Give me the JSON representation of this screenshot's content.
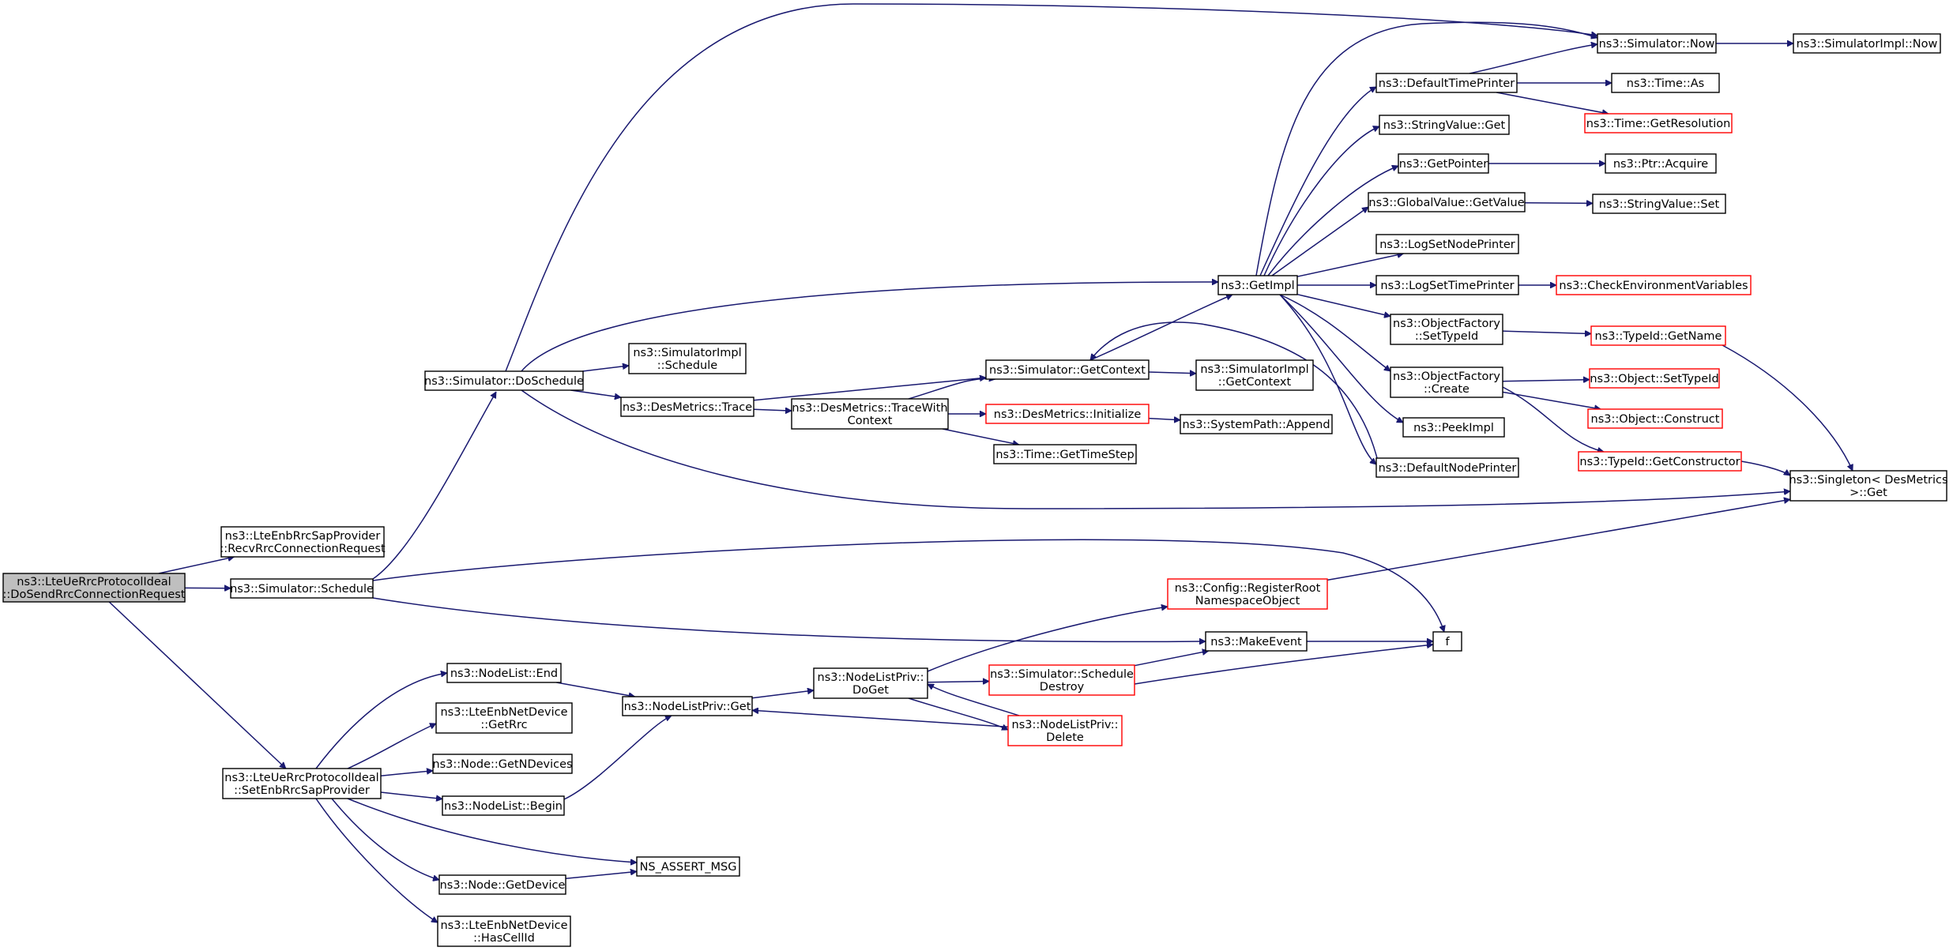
{
  "diagram": {
    "edge_color": "#191970",
    "red_border_color": "#ff0000",
    "root_fill": "#bfbfbf",
    "nodes": [
      {
        "id": "root",
        "lines": [
          "ns3::LteUeRrcProtocolIdeal",
          "::DoSendRrcConnectionRequest"
        ],
        "style": "root"
      },
      {
        "id": "recv",
        "lines": [
          "ns3::LteEnbRrcSapProvider",
          "::RecvRrcConnectionRequest"
        ],
        "style": "normal"
      },
      {
        "id": "sched",
        "lines": [
          "ns3::Simulator::Schedule"
        ],
        "style": "normal"
      },
      {
        "id": "setenb",
        "lines": [
          "ns3::LteUeRrcProtocolIdeal",
          "::SetEnbRrcSapProvider"
        ],
        "style": "normal"
      },
      {
        "id": "dosched",
        "lines": [
          "ns3::Simulator::DoSchedule"
        ],
        "style": "normal"
      },
      {
        "id": "simimplsched",
        "lines": [
          "ns3::SimulatorImpl",
          "::Schedule"
        ],
        "style": "normal"
      },
      {
        "id": "destrace",
        "lines": [
          "ns3::DesMetrics::Trace"
        ],
        "style": "normal"
      },
      {
        "id": "tracectx",
        "lines": [
          "ns3::DesMetrics::TraceWith",
          "Context"
        ],
        "style": "normal"
      },
      {
        "id": "getctx",
        "lines": [
          "ns3::Simulator::GetContext"
        ],
        "style": "normal"
      },
      {
        "id": "simimplgetctx",
        "lines": [
          "ns3::SimulatorImpl",
          "::GetContext"
        ],
        "style": "normal"
      },
      {
        "id": "desinit",
        "lines": [
          "ns3::DesMetrics::Initialize"
        ],
        "style": "red"
      },
      {
        "id": "append",
        "lines": [
          "ns3::SystemPath::Append"
        ],
        "style": "normal"
      },
      {
        "id": "timestep",
        "lines": [
          "ns3::Time::GetTimeStep"
        ],
        "style": "normal"
      },
      {
        "id": "getimpl",
        "lines": [
          "ns3::GetImpl"
        ],
        "style": "normal"
      },
      {
        "id": "now",
        "lines": [
          "ns3::Simulator::Now"
        ],
        "style": "normal"
      },
      {
        "id": "implnow",
        "lines": [
          "ns3::SimulatorImpl::Now"
        ],
        "style": "normal"
      },
      {
        "id": "deftime",
        "lines": [
          "ns3::DefaultTimePrinter"
        ],
        "style": "normal"
      },
      {
        "id": "timeas",
        "lines": [
          "ns3::Time::As"
        ],
        "style": "normal"
      },
      {
        "id": "getres",
        "lines": [
          "ns3::Time::GetResolution"
        ],
        "style": "red"
      },
      {
        "id": "strget",
        "lines": [
          "ns3::StringValue::Get"
        ],
        "style": "normal"
      },
      {
        "id": "getptr",
        "lines": [
          "ns3::GetPointer"
        ],
        "style": "normal"
      },
      {
        "id": "acquire",
        "lines": [
          "ns3::Ptr::Acquire"
        ],
        "style": "normal"
      },
      {
        "id": "gvget",
        "lines": [
          "ns3::GlobalValue::GetValue"
        ],
        "style": "normal"
      },
      {
        "id": "strset",
        "lines": [
          "ns3::StringValue::Set"
        ],
        "style": "normal"
      },
      {
        "id": "lognode",
        "lines": [
          "ns3::LogSetNodePrinter"
        ],
        "style": "normal"
      },
      {
        "id": "logtime",
        "lines": [
          "ns3::LogSetTimePrinter"
        ],
        "style": "normal"
      },
      {
        "id": "checkenv",
        "lines": [
          "ns3::CheckEnvironmentVariables"
        ],
        "style": "red"
      },
      {
        "id": "ofsettid",
        "lines": [
          "ns3::ObjectFactory",
          "::SetTypeId"
        ],
        "style": "normal"
      },
      {
        "id": "getname",
        "lines": [
          "ns3::TypeId::GetName"
        ],
        "style": "red"
      },
      {
        "id": "ofcreate",
        "lines": [
          "ns3::ObjectFactory",
          "::Create"
        ],
        "style": "normal"
      },
      {
        "id": "objsettid",
        "lines": [
          "ns3::Object::SetTypeId"
        ],
        "style": "red"
      },
      {
        "id": "objconstruct",
        "lines": [
          "ns3::Object::Construct"
        ],
        "style": "red"
      },
      {
        "id": "getctor",
        "lines": [
          "ns3::TypeId::GetConstructor"
        ],
        "style": "red"
      },
      {
        "id": "peekimpl",
        "lines": [
          "ns3::PeekImpl"
        ],
        "style": "normal"
      },
      {
        "id": "defnode",
        "lines": [
          "ns3::DefaultNodePrinter"
        ],
        "style": "normal"
      },
      {
        "id": "singleton",
        "lines": [
          "ns3::Singleton< DesMetrics",
          " >::Get"
        ],
        "style": "normal"
      },
      {
        "id": "regroot",
        "lines": [
          "ns3::Config::RegisterRoot",
          "NamespaceObject"
        ],
        "style": "red"
      },
      {
        "id": "makeevent",
        "lines": [
          "ns3::MakeEvent"
        ],
        "style": "normal"
      },
      {
        "id": "f",
        "lines": [
          "f"
        ],
        "style": "normal"
      },
      {
        "id": "nlend",
        "lines": [
          "ns3::NodeList::End"
        ],
        "style": "normal"
      },
      {
        "id": "getrrc",
        "lines": [
          "ns3::LteEnbNetDevice",
          "::GetRrc"
        ],
        "style": "normal"
      },
      {
        "id": "getndev",
        "lines": [
          "ns3::Node::GetNDevices"
        ],
        "style": "normal"
      },
      {
        "id": "nlbegin",
        "lines": [
          "ns3::NodeList::Begin"
        ],
        "style": "normal"
      },
      {
        "id": "nlpget",
        "lines": [
          "ns3::NodeListPriv::Get"
        ],
        "style": "normal"
      },
      {
        "id": "nlpdoget",
        "lines": [
          "ns3::NodeListPriv::",
          "DoGet"
        ],
        "style": "normal"
      },
      {
        "id": "schdestroy",
        "lines": [
          "ns3::Simulator::Schedule",
          "Destroy"
        ],
        "style": "red"
      },
      {
        "id": "nlpdelete",
        "lines": [
          "ns3::NodeListPriv::",
          "Delete"
        ],
        "style": "red"
      },
      {
        "id": "assertmsg",
        "lines": [
          "NS_ASSERT_MSG"
        ],
        "style": "normal"
      },
      {
        "id": "getdevice",
        "lines": [
          "ns3::Node::GetDevice"
        ],
        "style": "normal"
      },
      {
        "id": "hascellid",
        "lines": [
          "ns3::LteEnbNetDevice",
          "::HasCellId"
        ],
        "style": "normal"
      }
    ],
    "edges": [
      [
        "root",
        "recv"
      ],
      [
        "root",
        "sched"
      ],
      [
        "root",
        "setenb"
      ],
      [
        "sched",
        "dosched"
      ],
      [
        "sched",
        "f"
      ],
      [
        "sched",
        "makeevent"
      ],
      [
        "dosched",
        "now"
      ],
      [
        "dosched",
        "getimpl"
      ],
      [
        "dosched",
        "simimplsched"
      ],
      [
        "dosched",
        "destrace"
      ],
      [
        "dosched",
        "singleton"
      ],
      [
        "destrace",
        "getctx"
      ],
      [
        "destrace",
        "tracectx"
      ],
      [
        "tracectx",
        "getctx"
      ],
      [
        "tracectx",
        "desinit"
      ],
      [
        "tracectx",
        "timestep"
      ],
      [
        "getctx",
        "getimpl"
      ],
      [
        "getctx",
        "simimplgetctx"
      ],
      [
        "desinit",
        "append"
      ],
      [
        "getimpl",
        "now"
      ],
      [
        "getimpl",
        "deftime"
      ],
      [
        "getimpl",
        "strget"
      ],
      [
        "getimpl",
        "getptr"
      ],
      [
        "getimpl",
        "gvget"
      ],
      [
        "getimpl",
        "lognode"
      ],
      [
        "getimpl",
        "logtime"
      ],
      [
        "getimpl",
        "ofsettid"
      ],
      [
        "getimpl",
        "ofcreate"
      ],
      [
        "getimpl",
        "peekimpl"
      ],
      [
        "getimpl",
        "defnode"
      ],
      [
        "now",
        "implnow"
      ],
      [
        "deftime",
        "now"
      ],
      [
        "deftime",
        "timeas"
      ],
      [
        "deftime",
        "getres"
      ],
      [
        "getptr",
        "acquire"
      ],
      [
        "gvget",
        "strset"
      ],
      [
        "logtime",
        "checkenv"
      ],
      [
        "ofsettid",
        "getname"
      ],
      [
        "ofcreate",
        "objsettid"
      ],
      [
        "ofcreate",
        "objconstruct"
      ],
      [
        "ofcreate",
        "getctor"
      ],
      [
        "getname",
        "singleton"
      ],
      [
        "getctor",
        "singleton"
      ],
      [
        "defnode",
        "getctx"
      ],
      [
        "regroot",
        "singleton"
      ],
      [
        "makeevent",
        "f"
      ],
      [
        "setenb",
        "nlend"
      ],
      [
        "setenb",
        "getrrc"
      ],
      [
        "setenb",
        "getndev"
      ],
      [
        "setenb",
        "nlbegin"
      ],
      [
        "setenb",
        "assertmsg"
      ],
      [
        "setenb",
        "getdevice"
      ],
      [
        "setenb",
        "hascellid"
      ],
      [
        "nlend",
        "nlpget"
      ],
      [
        "nlbegin",
        "nlpget"
      ],
      [
        "nlpget",
        "nlpdoget"
      ],
      [
        "nlpdoget",
        "regroot"
      ],
      [
        "nlpdoget",
        "schdestroy"
      ],
      [
        "nlpdoget",
        "nlpdelete"
      ],
      [
        "schdestroy",
        "makeevent"
      ],
      [
        "schdestroy",
        "f"
      ],
      [
        "nlpdelete",
        "nlpdoget"
      ],
      [
        "nlpdelete",
        "nlpget"
      ],
      [
        "getdevice",
        "assertmsg"
      ]
    ]
  }
}
